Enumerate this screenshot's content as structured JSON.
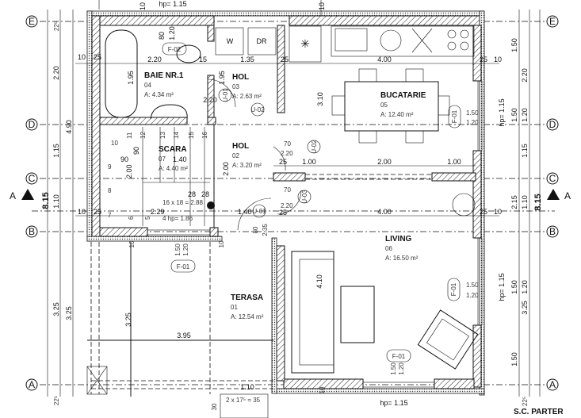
{
  "title": "S.C. PARTER",
  "section_marker": "A",
  "grid_axes": [
    "E",
    "D",
    "C",
    "B",
    "A"
  ],
  "rooms": [
    {
      "name": "BAIE NR.1",
      "number": "04",
      "area": "A: 4.34 m²"
    },
    {
      "name": "HOL",
      "number": "03",
      "area": "A: 2.63 m²"
    },
    {
      "name": "BUCATARIE",
      "number": "05",
      "area": "A: 12.40 m²"
    },
    {
      "name": "SCARA",
      "number": "07",
      "area": "A: 4.40 m²"
    },
    {
      "name": "HOL",
      "number": "02",
      "area": "A: 3.20 m²"
    },
    {
      "name": "TERASA",
      "number": "01",
      "area": "A: 12.54 m²"
    },
    {
      "name": "LIVING",
      "number": "06",
      "area": "A: 16.50 m²"
    }
  ],
  "fixtures": {
    "washer": "W",
    "dryer": "DR"
  },
  "tags": [
    "F-02",
    "F-01",
    "F-01",
    "F-01",
    "F-01",
    "U-01",
    "U-02",
    "U-02",
    "U-03",
    "U-01"
  ],
  "hp": [
    "hp= 1.15",
    "hp= 1.15",
    "hp= 1.15",
    "hp= 1.15"
  ],
  "dims_top": [
    "10",
    "10",
    "10",
    "25",
    "2.20",
    "15",
    "1.35",
    "25",
    "4.00",
    "25",
    "10",
    "1.95",
    "1.95",
    "2.20",
    "80",
    "1.20",
    "3.10"
  ],
  "dims_stair": [
    "10",
    "11",
    "12",
    "13",
    "14",
    "15",
    "16",
    "9",
    "8",
    "7",
    "6",
    "5",
    "90",
    "1.40",
    "90",
    "2.00",
    "28",
    "28",
    "16 x 18 = 2.88",
    "2.29",
    "4 hp= 1.86",
    "2.00",
    "1.40"
  ],
  "dims_mid": [
    "70",
    "2.20",
    "25",
    "1.00",
    "2.00",
    "1.00",
    "70",
    "2.20",
    "25",
    "4.00",
    "10",
    "25",
    "25",
    "10",
    "80",
    "2.35"
  ],
  "dims_bottom": [
    "4.10",
    "3.95",
    "3.25",
    "1.10",
    "2 x 17⁵ = 35",
    "30",
    "10",
    "10",
    "10",
    "1.50",
    "1.20",
    "1.50",
    "1.20",
    "1.50",
    "1.20",
    "1.50",
    "1.20"
  ],
  "dims_left": [
    "22⁵",
    "2.20",
    "4.90",
    "1.15",
    "1.10",
    "8.15",
    "3.25",
    "3.25",
    "22⁵"
  ],
  "dims_right": [
    "1.50",
    "2.20",
    "1.50",
    "1.20",
    "1.15",
    "2.15",
    "1.10",
    "8.15",
    "1.50",
    "1.20",
    "3.25",
    "1.50",
    "22⁵"
  ]
}
